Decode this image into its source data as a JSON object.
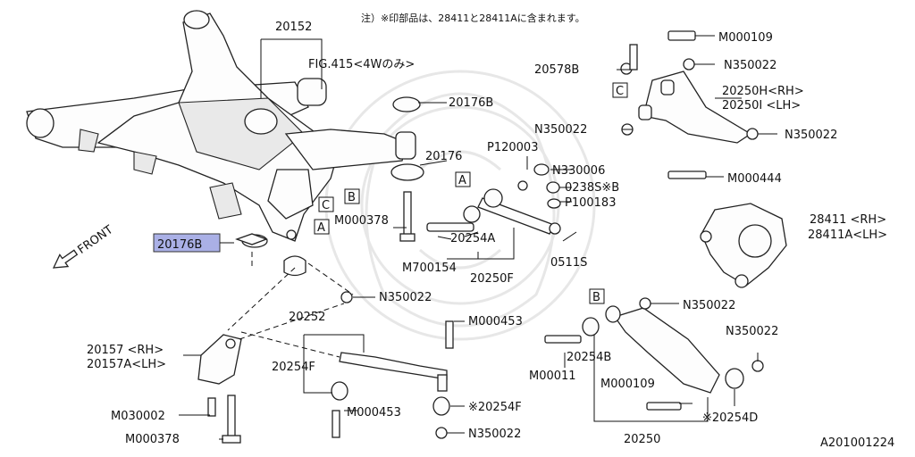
{
  "note": "注）※印部品は、28411と28411Aに含まれます。",
  "figure_id": "A201001224",
  "front_arrow": "FRONT",
  "callouts": {
    "c20152": "20152",
    "fig415": "FIG.415<4Wのみ>",
    "c20176b_top": "20176B",
    "c20176": "20176",
    "c20176b_hl": "20176B",
    "m000378_mid": "M000378",
    "m700154": "M700154",
    "c20254a": "20254A",
    "c20250f": "20250F",
    "p120003": "P120003",
    "n330006": "N330006",
    "c0238s": "0238S※B",
    "p100183": "P100183",
    "c0511s": "0511S",
    "m000109_top": "M000109",
    "c20578b": "20578B",
    "n350022_top": "N350022",
    "c20250h": "20250H<RH>",
    "c20250i": "20250I <LH>",
    "n350022_mid": "N350022",
    "n350022_right": "N350022",
    "m000444": "M000444",
    "c28411": "28411 <RH>",
    "c28411a": "28411A<LH>",
    "n350022_c": "N350022",
    "c20252": "20252",
    "c20157": "20157 <RH>",
    "c20157a": "20157A<LH>",
    "c20254f": "20254F",
    "m000453_a": "M000453",
    "m000453_b": "M000453",
    "c20254f_star": "※20254F",
    "n350022_bot": "N350022",
    "m030002": "M030002",
    "m000378_bot": "M000378",
    "n350022_b": "N350022",
    "n350022_br": "N350022",
    "m00011": "M00011",
    "c20254b": "20254B",
    "m000109_b": "M000109",
    "c20254d": "※20254D",
    "c20250": "20250"
  },
  "ref_boxes": {
    "a": "A",
    "b": "B",
    "c": "C"
  },
  "colors": {
    "line": "#111111",
    "highlight": "#aab0e6",
    "watermark": "#e7e7e7"
  }
}
